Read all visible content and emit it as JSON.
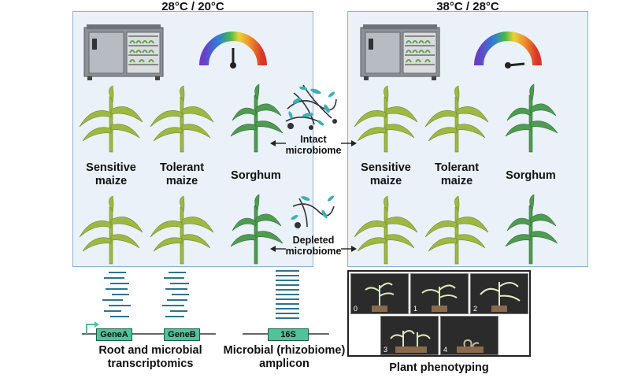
{
  "left_panel": {
    "temperature": "28°C / 20°C",
    "labels": {
      "sensitive": "Sensitive\nmaize",
      "tolerant": "Tolerant\nmaize",
      "sorghum": "Sorghum"
    }
  },
  "right_panel": {
    "temperature": "38°C / 28°C",
    "labels": {
      "sensitive": "Sensitive\nmaize",
      "tolerant": "Tolerant\nmaize",
      "sorghum": "Sorghum"
    }
  },
  "center": {
    "intact": "Intact\nmicrobiome",
    "depleted": "Depleted\nmicrobiome"
  },
  "bottom": {
    "gene_a": "GeneA",
    "gene_b": "GeneB",
    "amplicon_gene": "16S",
    "transcriptomics_caption": "Root and microbial\ntranscriptomics",
    "amplicon_caption": "Microbial (rhizobiome)\namplicon",
    "phenotyping_caption": "Plant phenotyping",
    "photo_scores": [
      "0",
      "1",
      "2",
      "3",
      "4"
    ]
  },
  "colors": {
    "panel_fill": "#eaf1f8",
    "panel_border": "#8fb0d4",
    "maize_leaf": "#9fb843",
    "sorghum_leaf": "#4f9b52",
    "gene_box": "#4fc39a",
    "read_bar": "#2a7590"
  }
}
